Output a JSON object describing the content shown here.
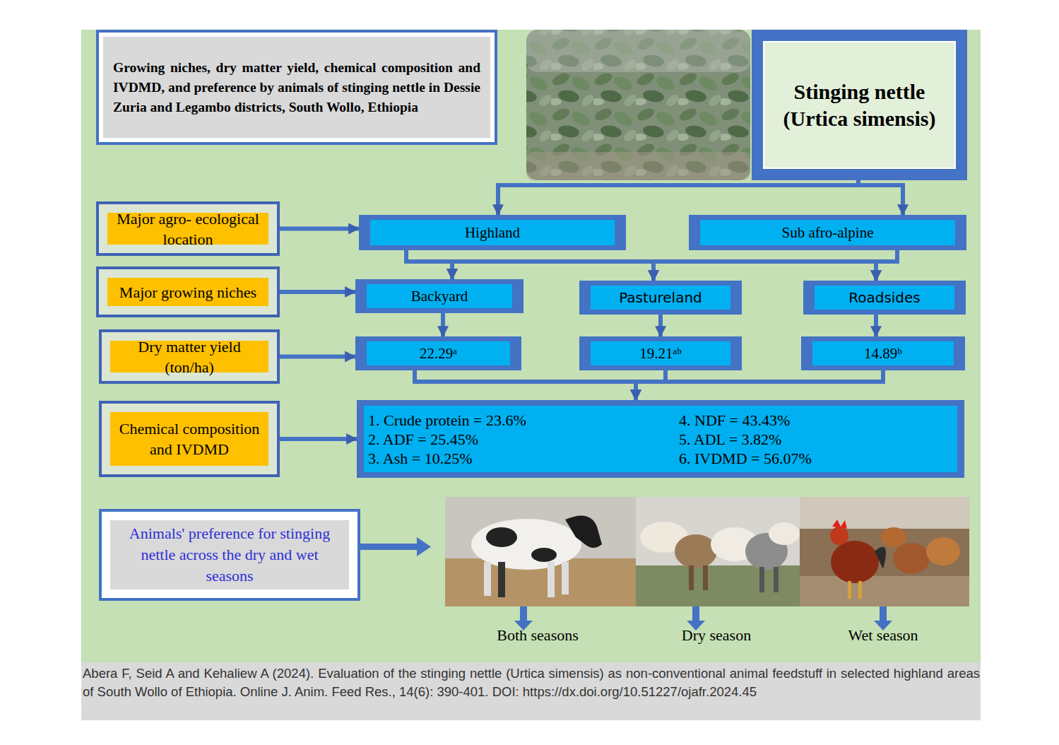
{
  "diagram": {
    "caption": "Abera F, Seid A and Kehaliew A (2024). Evaluation of the stinging nettle (Urtica simensis) as non-conventional animal feedstuff in selected highland areas of South Wollo of Ethiopia. Online J. Anim. Feed Res., 14(6): 390-401. DOI: https://dx.doi.org/10.51227/ojafr.2024.45",
    "nodes": [
      {
        "text": [
          "Growing niches, dry matter yield, chemical composition and IVDMD, and preference by animals of stinging nettle in Dessie Zuria and Legambo districts, South Wollo, Ethiopia"
        ]
      },
      {
        "text": [
          "Stinging nettle (Urtica simensis)"
        ]
      },
      {
        "text": [
          "Major agro- ecological location"
        ]
      },
      {
        "text": [
          "Highland"
        ]
      },
      {
        "text": [
          "Sub afro-alpine"
        ]
      },
      {
        "text": [
          "Major growing niches"
        ]
      },
      {
        "text": [
          "Backyard"
        ]
      },
      {
        "text": [
          "Pastureland"
        ]
      },
      {
        "text": [
          "Roadsides"
        ]
      },
      {
        "text": [
          "Dry matter yield (ton/ha)"
        ]
      },
      {
        "text": [
          "22.29ᵃ"
        ]
      },
      {
        "text": [
          "19.21ᵃᵇ"
        ]
      },
      {
        "text": [
          "14.89ᵇ"
        ]
      },
      {
        "text": [
          "Chemical composition and IVDMD"
        ]
      },
      {
        "text": [
          "1.  Crude protein = 23.6%",
          "2.  ADF = 25.45%",
          "3.  Ash = 10.25%",
          "4. NDF = 43.43%",
          "5. ADL = 3.82%",
          "6. IVDMD = 56.07%"
        ]
      },
      {
        "text": [
          "Animals' preference for stinging nettle across the dry and wet seasons"
        ]
      }
    ],
    "edges": [
      {
        "from": 1,
        "to": 3,
        "arrow": "to"
      },
      {
        "from": 1,
        "to": 4,
        "arrow": "to"
      },
      {
        "from": 2,
        "to": 3,
        "arrow": "to"
      },
      {
        "from": 3,
        "to": 6,
        "arrow": "to"
      },
      {
        "from": 3,
        "to": 7,
        "arrow": "to"
      },
      {
        "from": 3,
        "to": 8,
        "arrow": "to"
      },
      {
        "from": 4,
        "to": 6,
        "arrow": "to"
      },
      {
        "from": 4,
        "to": 7,
        "arrow": "to"
      },
      {
        "from": 4,
        "to": 8,
        "arrow": "to"
      },
      {
        "from": 5,
        "to": 6,
        "arrow": "to"
      },
      {
        "from": 6,
        "to": 10,
        "arrow": "to"
      },
      {
        "from": 7,
        "to": 11,
        "arrow": "to"
      },
      {
        "from": 8,
        "to": 12,
        "arrow": "to"
      },
      {
        "from": 9,
        "to": 10,
        "arrow": "to"
      },
      {
        "from": 10,
        "to": 14,
        "arrow": "to"
      },
      {
        "from": 11,
        "to": 14,
        "arrow": "to"
      },
      {
        "from": 12,
        "to": 14,
        "arrow": "to"
      },
      {
        "from": 13,
        "to": 14,
        "arrow": "to"
      }
    ],
    "labels": [
      "Both seasons",
      "Dry season",
      "Wet season"
    ]
  }
}
